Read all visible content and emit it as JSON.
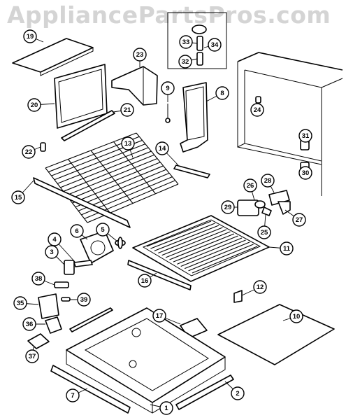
{
  "watermark": "AppliancePartsPros.com",
  "callouts": [
    "1",
    "2",
    "3",
    "4",
    "5",
    "6",
    "7",
    "8",
    "9",
    "10",
    "11",
    "12",
    "13",
    "14",
    "15",
    "16",
    "17",
    "20",
    "21",
    "22",
    "23",
    "24",
    "25",
    "26",
    "27",
    "28",
    "29",
    "30",
    "31",
    "32",
    "33",
    "34",
    "35",
    "36",
    "37",
    "38",
    "39",
    "19"
  ]
}
